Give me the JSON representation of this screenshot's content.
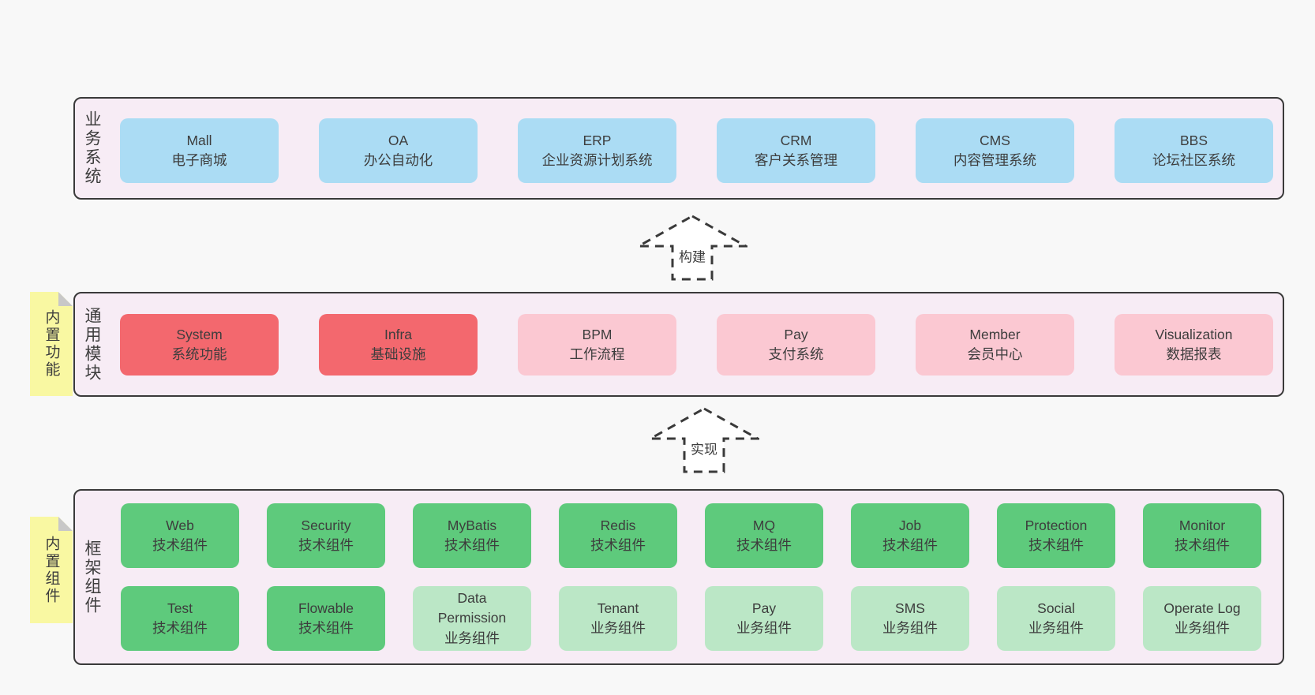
{
  "colors": {
    "page_bg": "#f8f8f8",
    "container_bg": "#f7ecf5",
    "container_border": "#3a3a3a",
    "box_blue": "#abdcf4",
    "box_red": "#f3686e",
    "box_pink": "#fbc8d2",
    "box_green": "#5eca7c",
    "box_light_green": "#bbe7c6",
    "sticky_yellow": "#f9f8a2",
    "text": "#3d3d3d"
  },
  "arrows": [
    {
      "label": "构建"
    },
    {
      "label": "实现"
    }
  ],
  "layers": {
    "business": {
      "label": "业务系统",
      "boxes": [
        {
          "en": "Mall",
          "cn": "电子商城"
        },
        {
          "en": "OA",
          "cn": "办公自动化"
        },
        {
          "en": "ERP",
          "cn": "企业资源计划系统"
        },
        {
          "en": "CRM",
          "cn": "客户关系管理"
        },
        {
          "en": "CMS",
          "cn": "内容管理系统"
        },
        {
          "en": "BBS",
          "cn": "论坛社区系统"
        }
      ]
    },
    "modules": {
      "label": "通用模块",
      "sticky": "内置功能",
      "boxes": [
        {
          "en": "System",
          "cn": "系统功能"
        },
        {
          "en": "Infra",
          "cn": "基础设施"
        },
        {
          "en": "BPM",
          "cn": "工作流程"
        },
        {
          "en": "Pay",
          "cn": "支付系统"
        },
        {
          "en": "Member",
          "cn": "会员中心"
        },
        {
          "en": "Visualization",
          "cn": "数据报表"
        }
      ]
    },
    "components": {
      "label": "框架组件",
      "sticky": "内置组件",
      "row1": [
        {
          "en": "Web",
          "cn": "技术组件"
        },
        {
          "en": "Security",
          "cn": "技术组件"
        },
        {
          "en": "MyBatis",
          "cn": "技术组件"
        },
        {
          "en": "Redis",
          "cn": "技术组件"
        },
        {
          "en": "MQ",
          "cn": "技术组件"
        },
        {
          "en": "Job",
          "cn": "技术组件"
        },
        {
          "en": "Protection",
          "cn": "技术组件"
        },
        {
          "en": "Monitor",
          "cn": "技术组件"
        }
      ],
      "row2": [
        {
          "en": "Test",
          "cn": "技术组件"
        },
        {
          "en": "Flowable",
          "cn": "技术组件"
        },
        {
          "en": "Data Permission",
          "cn": "业务组件"
        },
        {
          "en": "Tenant",
          "cn": "业务组件"
        },
        {
          "en": "Pay",
          "cn": "业务组件"
        },
        {
          "en": "SMS",
          "cn": "业务组件"
        },
        {
          "en": "Social",
          "cn": "业务组件"
        },
        {
          "en": "Operate Log",
          "cn": "业务组件"
        }
      ]
    }
  }
}
